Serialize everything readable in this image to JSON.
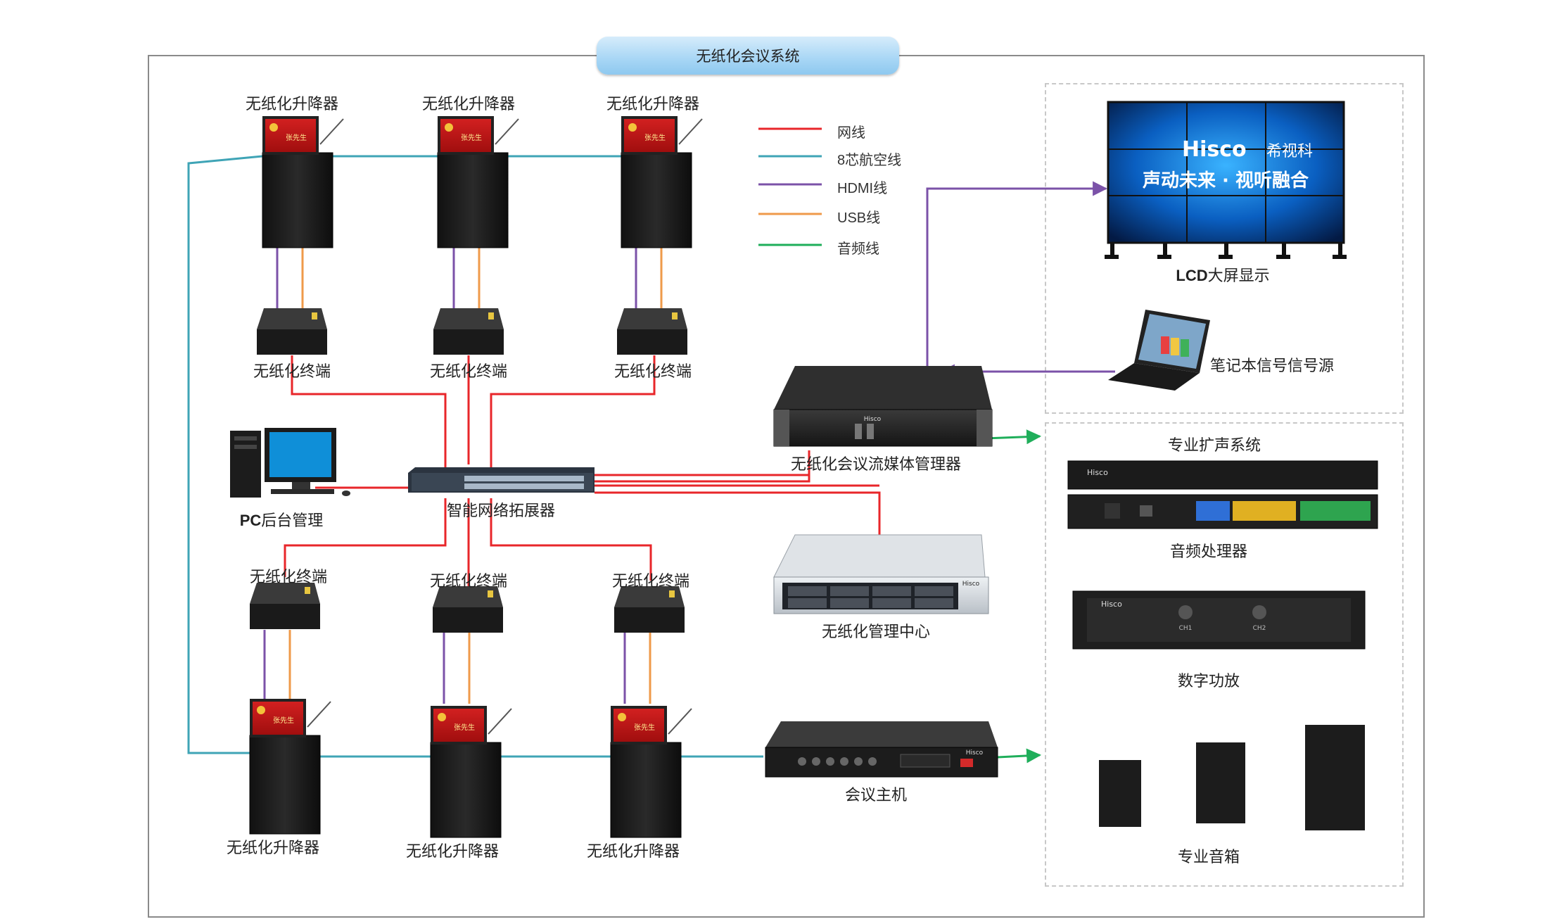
{
  "title": "无纸化会议系统",
  "legend": [
    {
      "label": "网线",
      "color": "#e8262a"
    },
    {
      "label": "8芯航空线",
      "color": "#3fa4b6"
    },
    {
      "label": "HDMI线",
      "color": "#7b52a8"
    },
    {
      "label": "USB线",
      "color": "#ef9a4a"
    },
    {
      "label": "音频线",
      "color": "#1fae5a"
    }
  ],
  "nodes": {
    "lift_top_1": "无纸化升降器",
    "lift_top_2": "无纸化升降器",
    "lift_top_3": "无纸化升降器",
    "term_top_1": "无纸化终端",
    "term_top_2": "无纸化终端",
    "term_top_3": "无纸化终端",
    "pc_prefix": "PC",
    "pc_suffix": "后台管理",
    "switch": "智能网络拓展器",
    "term_bot_1": "无纸化终端",
    "term_bot_2": "无纸化终端",
    "term_bot_3": "无纸化终端",
    "lift_bot_1": "无纸化升降器",
    "lift_bot_2": "无纸化升降器",
    "lift_bot_3": "无纸化升降器",
    "streaming_server": "无纸化会议流媒体管理器",
    "management_center": "无纸化管理中心",
    "conference_host": "会议主机",
    "lcd_prefix": "LCD",
    "lcd_suffix": "大屏显示",
    "laptop": "笔记本信号信号源",
    "pa_system": "专业扩声系统",
    "audio_processor": "音频处理器",
    "amplifier": "数字功放",
    "speakers": "专业音箱"
  },
  "device_text": {
    "brand": "Hisco",
    "wall_brand_cn": "希视科",
    "wall_slogan": "声动未来 · 视听融合",
    "lift_screen_name": "张先生",
    "amp_ch1": "CH1",
    "amp_ch2": "CH2"
  }
}
